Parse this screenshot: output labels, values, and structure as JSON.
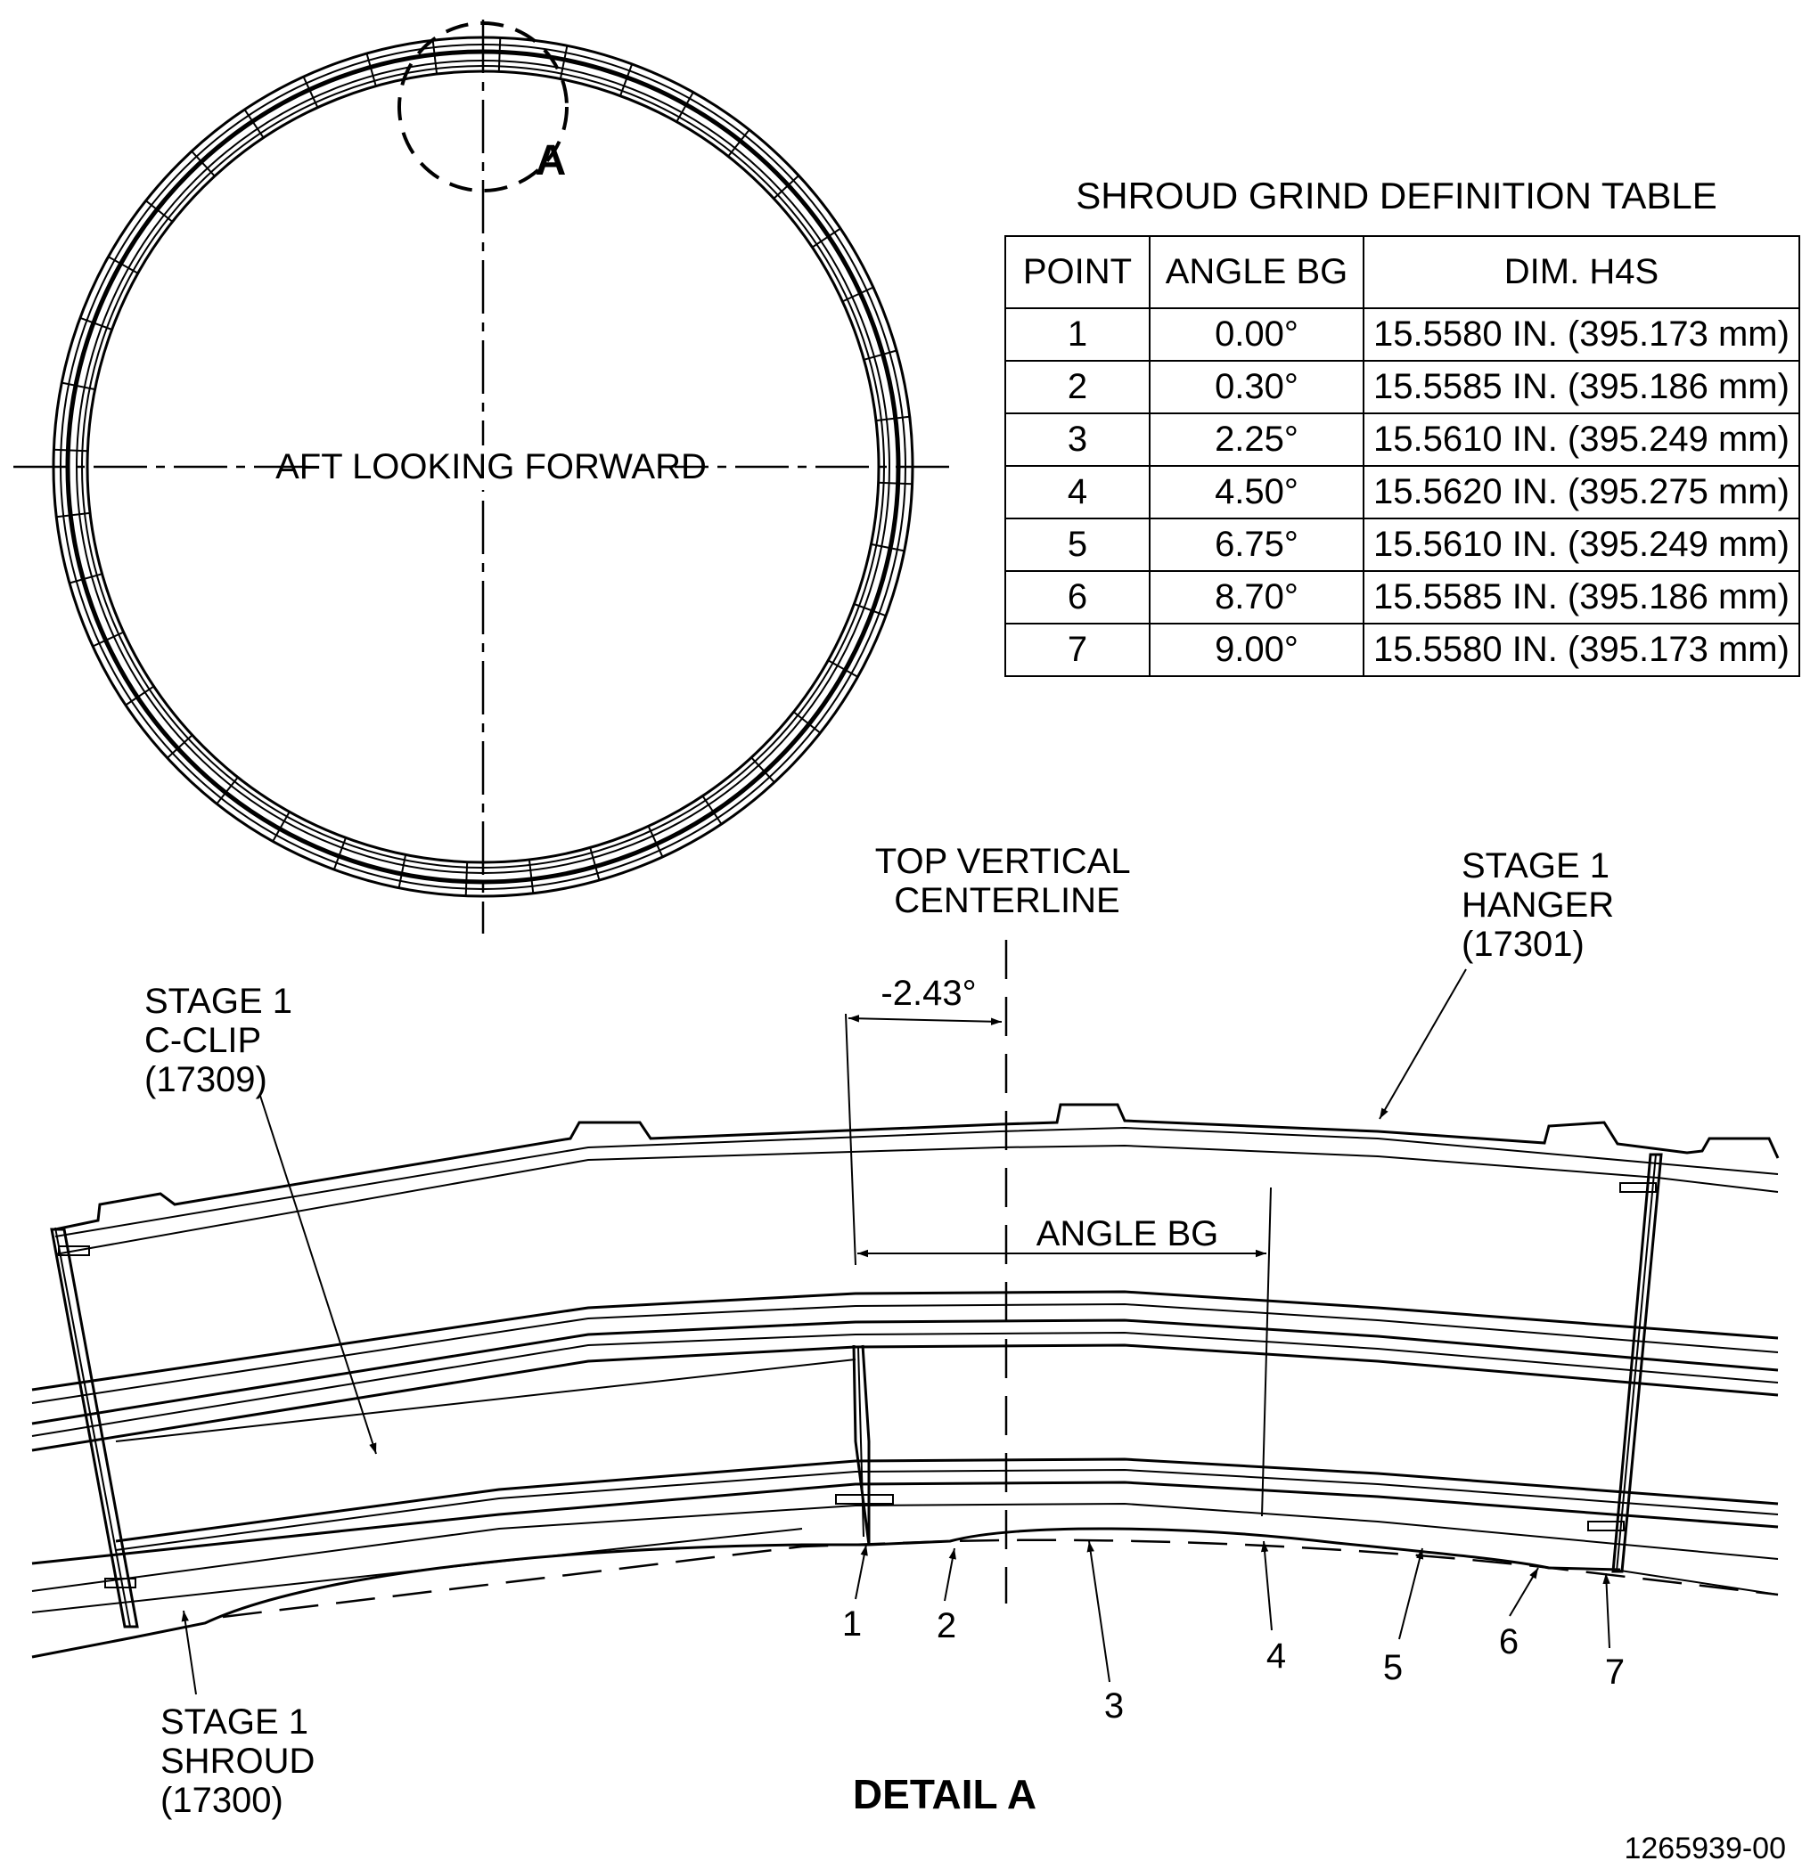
{
  "overview": {
    "view_label": "AFT LOOKING FORWARD",
    "detail_marker": "A"
  },
  "table": {
    "title": "SHROUD GRIND DEFINITION TABLE",
    "headers": [
      "POINT",
      "ANGLE BG",
      "DIM. H4S"
    ],
    "rows": [
      [
        "1",
        "0.00°",
        "15.5580 IN. (395.173 mm)"
      ],
      [
        "2",
        "0.30°",
        "15.5585 IN. (395.186 mm)"
      ],
      [
        "3",
        "2.25°",
        "15.5610 IN. (395.249 mm)"
      ],
      [
        "4",
        "4.50°",
        "15.5620 IN. (395.275 mm)"
      ],
      [
        "5",
        "6.75°",
        "15.5610 IN. (395.249 mm)"
      ],
      [
        "6",
        "8.70°",
        "15.5585 IN. (395.186 mm)"
      ],
      [
        "7",
        "9.00°",
        "15.5580 IN. (395.173 mm)"
      ]
    ]
  },
  "detail": {
    "centerline_label": [
      "TOP VERTICAL",
      "CENTERLINE"
    ],
    "hanger_label": [
      "STAGE 1",
      "HANGER",
      "(17301)"
    ],
    "cclip_label": [
      "STAGE 1",
      "C-CLIP",
      "(17309)"
    ],
    "shroud_label": [
      "STAGE 1",
      "SHROUD",
      "(17300)"
    ],
    "offset_angle": "-2.43°",
    "angle_label": "ANGLE BG",
    "points": [
      "1",
      "2",
      "3",
      "4",
      "5",
      "6",
      "7"
    ],
    "title": "DETAIL A"
  },
  "drawing_number": "1265939-00"
}
